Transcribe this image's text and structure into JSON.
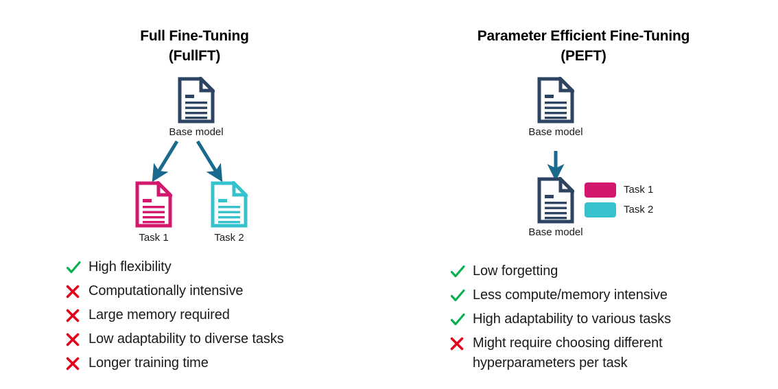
{
  "colors": {
    "navy": "#2c4362",
    "pink": "#d3176c",
    "teal": "#35c2cc",
    "arrow": "#1a6a8e",
    "green": "#08b050",
    "red": "#e3001b",
    "text": "#1a1a1a"
  },
  "panels": [
    {
      "id": "fullft",
      "title_line1": "Full Fine-Tuning",
      "title_line2": "(FullFT)",
      "diagram": {
        "base_label": "Base model",
        "outputs": [
          {
            "label": "Task 1",
            "color": "#d3176c"
          },
          {
            "label": "Task 2",
            "color": "#35c2cc"
          }
        ]
      },
      "bullets": [
        {
          "mark": "check-icon",
          "text": "High flexibility"
        },
        {
          "mark": "cross-icon",
          "text": "Computationally intensive"
        },
        {
          "mark": "cross-icon",
          "text": "Large memory required"
        },
        {
          "mark": "cross-icon",
          "text": "Low adaptability to diverse tasks"
        },
        {
          "mark": "cross-icon",
          "text": "Longer training time"
        }
      ]
    },
    {
      "id": "peft",
      "title_line1": "Parameter Efficient Fine-Tuning",
      "title_line2": "(PEFT)",
      "diagram": {
        "base_label_top": "Base model",
        "base_label_bottom": "Base model",
        "adapters": [
          {
            "label": "Task 1",
            "color": "#d3176c"
          },
          {
            "label": "Task 2",
            "color": "#35c2cc"
          }
        ]
      },
      "bullets": [
        {
          "mark": "check-icon",
          "text": "Low forgetting"
        },
        {
          "mark": "check-icon",
          "text": "Less compute/memory intensive"
        },
        {
          "mark": "check-icon",
          "text": "High adaptability to various tasks"
        },
        {
          "mark": "cross-icon",
          "text": "Might require choosing different hyperparameters per task"
        }
      ]
    }
  ]
}
